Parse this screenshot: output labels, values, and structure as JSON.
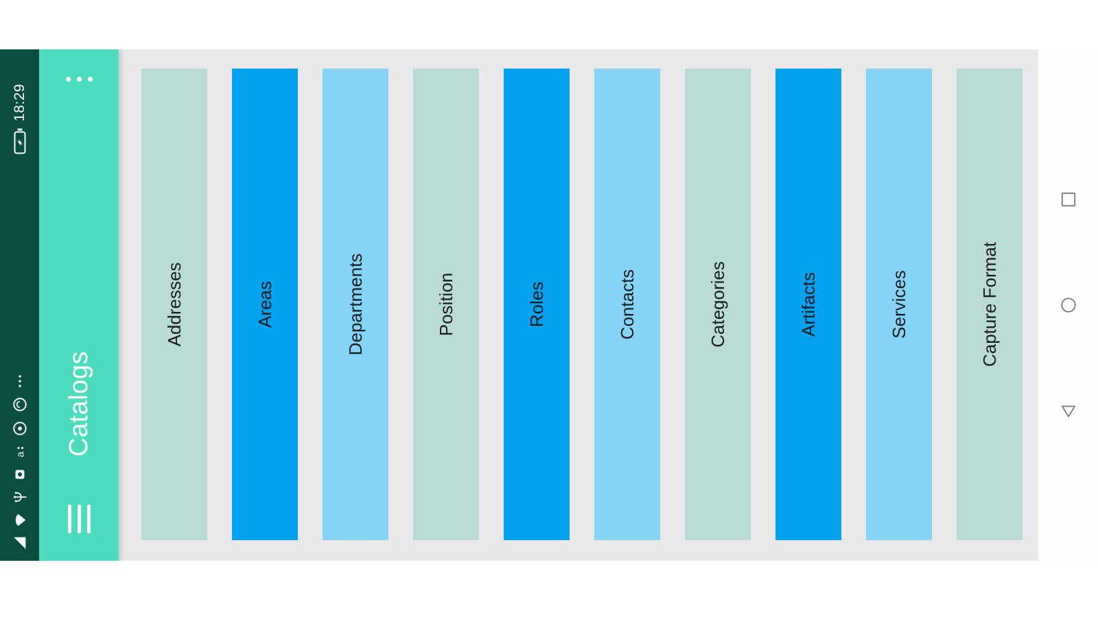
{
  "status_bar": {
    "time": "18:29",
    "background": "#0c4d41",
    "battery_state": "charging",
    "icons": [
      "signal",
      "wifi",
      "usb",
      "app-notification",
      "letter-badge",
      "circle-app-1",
      "circle-app-2",
      "more-notifications"
    ]
  },
  "app_bar": {
    "title": "Catalogs",
    "background": "#4ddcbd",
    "menu_icon": "hamburger",
    "overflow_icon": "vertical-ellipsis"
  },
  "catalog_list": {
    "background": "#e9e9eb",
    "text_color": "#1a1b1e",
    "items": [
      {
        "label": "Addresses",
        "color": "#b8dcd5"
      },
      {
        "label": "Areas",
        "color": "#04a1ef"
      },
      {
        "label": "Departments",
        "color": "#85d4f5"
      },
      {
        "label": "Position",
        "color": "#b8dcd5"
      },
      {
        "label": "Roles",
        "color": "#04a1ef"
      },
      {
        "label": "Contacts",
        "color": "#85d4f5"
      },
      {
        "label": "Categories",
        "color": "#b8dcd5"
      },
      {
        "label": "Artifacts",
        "color": "#04a1ef"
      },
      {
        "label": "Services",
        "color": "#85d4f5"
      },
      {
        "label": "Capture Format",
        "color": "#b8dcd5"
      }
    ]
  },
  "nav_bar": {
    "icon_color": "#6e6e6e",
    "buttons": [
      "back",
      "home",
      "recents"
    ]
  }
}
